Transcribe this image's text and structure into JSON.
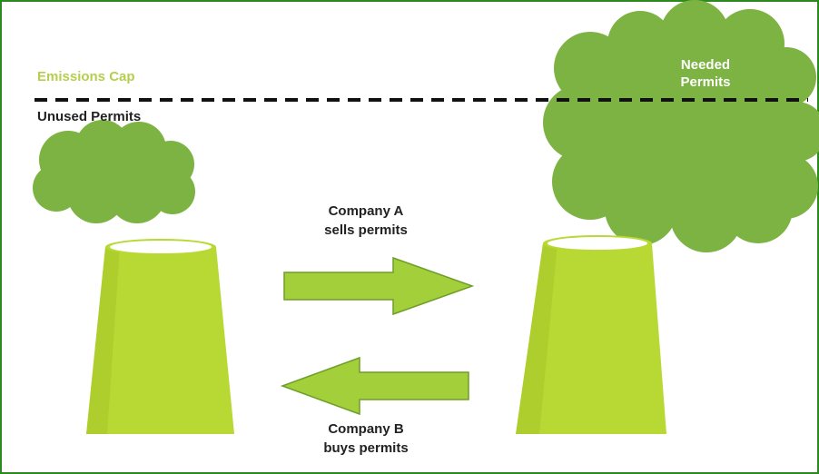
{
  "diagram": {
    "emissions_cap_label": "Emissions Cap",
    "unused_permits_label": "Unused Permits",
    "needed_permits_label": {
      "line1": "Needed",
      "line2": "Permits"
    },
    "company_a": {
      "line1": "Company A",
      "line2": "sells permits"
    },
    "company_b": {
      "line1": "Company B",
      "buys_line": "buys permits"
    },
    "colors": {
      "cap_text": "#b5cf4d",
      "cloud": "#7cb342",
      "stack": "#b8d934",
      "stack_dark": "#a6c72a",
      "arrow": "#a3cf3a",
      "arrow_border": "#6e9e2a",
      "cap_line": "#111111",
      "frame_border": "#2b8a1e"
    }
  }
}
